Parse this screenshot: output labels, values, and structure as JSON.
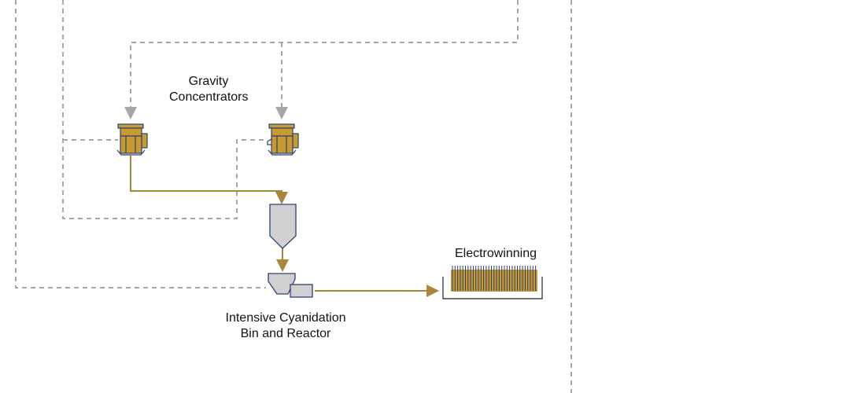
{
  "labels": {
    "gravity_line1": "Gravity",
    "gravity_line2": "Concentrators",
    "electrowinning": "Electrowinning",
    "cyanidation_line1": "Intensive Cyanidation",
    "cyanidation_line2": "Bin and Reactor"
  },
  "colors": {
    "gold_flow": "#a8863a",
    "equipment_fill_gold": "#c99a32",
    "equipment_outline": "#2c4272",
    "equipment_fill_grey": "#d0d0d2",
    "dashed_line": "#a7a7a7"
  }
}
